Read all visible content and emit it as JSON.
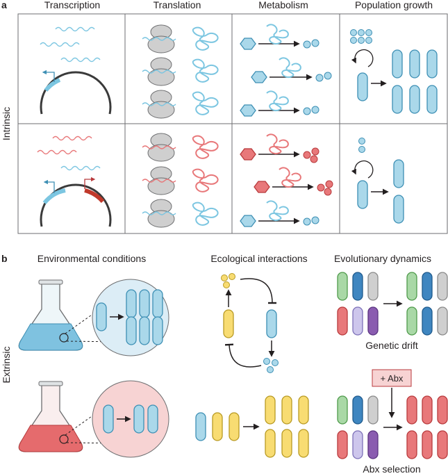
{
  "panel_a": {
    "letter": "a",
    "columns": [
      "Transcription",
      "Translation",
      "Metabolism",
      "Population growth"
    ],
    "row_label": "Intrinsic"
  },
  "panel_b": {
    "letter": "b",
    "row_label": "Extrinsic",
    "headers": [
      "Environmental conditions",
      "Ecological interactions",
      "Evolutionary dynamics"
    ],
    "genetic_drift": "Genetic drift",
    "abx_box": "+ Abx",
    "abx_selection": "Abx selection"
  },
  "colors": {
    "blue": "#aad8ea",
    "blue_stroke": "#3d8fb4",
    "red": "#e8787a",
    "red_stroke": "#b83a3c",
    "yellow": "#f8dc72",
    "grey": "#cfcfcf",
    "green": "#a9d8a6",
    "dark_blue": "#3f86c0",
    "lavender": "#cdc6ec",
    "purple": "#8a5cb0",
    "pink_fill": "#f7d3d3"
  }
}
